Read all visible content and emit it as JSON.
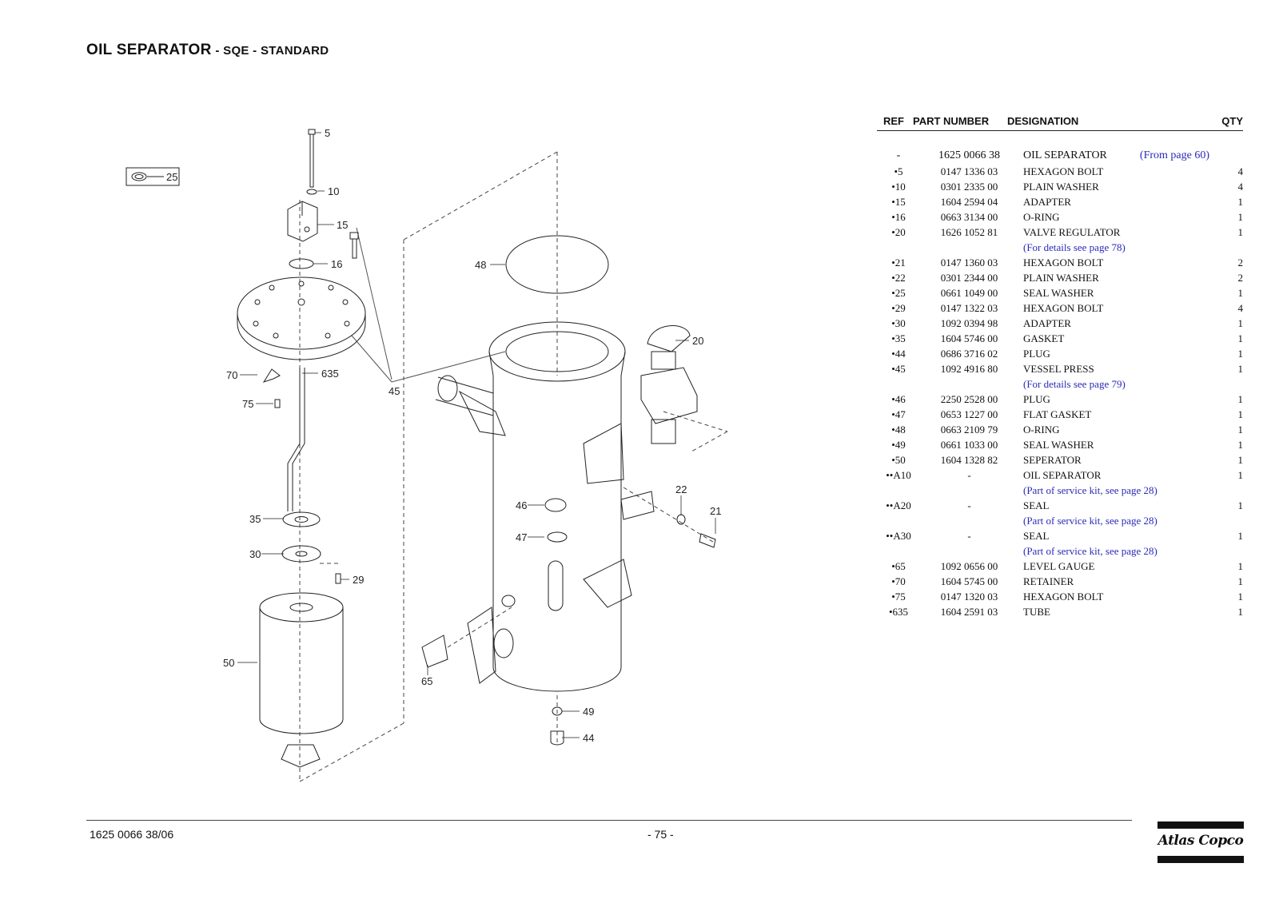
{
  "header": {
    "title_main": "OIL SEPARATOR",
    "title_sub": "- SQE - STANDARD"
  },
  "diagram": {
    "callouts": [
      "5",
      "10",
      "15",
      "16",
      "25",
      "48",
      "20",
      "70",
      "635",
      "75",
      "45",
      "35",
      "46",
      "22",
      "21",
      "47",
      "30",
      "29",
      "50",
      "65",
      "49",
      "44"
    ]
  },
  "table": {
    "headers": {
      "ref": "REF",
      "part_number": "PART NUMBER",
      "designation": "DESIGNATION",
      "qty": "QTY"
    },
    "main": {
      "ref": "-",
      "part_number": "1625 0066 38",
      "designation": "OIL SEPARATOR",
      "from": "(From page 60)"
    },
    "rows": [
      {
        "ref": "•5",
        "part_number": "0147 1336 03",
        "designation": "HEXAGON BOLT",
        "qty": "4"
      },
      {
        "ref": "•10",
        "part_number": "0301 2335 00",
        "designation": "PLAIN WASHER",
        "qty": "4"
      },
      {
        "ref": "•15",
        "part_number": "1604 2594 04",
        "designation": "ADAPTER",
        "qty": "1"
      },
      {
        "ref": "•16",
        "part_number": "0663 3134 00",
        "designation": "O-RING",
        "qty": "1"
      },
      {
        "ref": "•20",
        "part_number": "1626 1052 81",
        "designation": "VALVE REGULATOR",
        "qty": "1"
      },
      {
        "ref": "",
        "part_number": "",
        "designation": "(For details see page 78)",
        "qty": "",
        "note": true
      },
      {
        "ref": "•21",
        "part_number": "0147 1360 03",
        "designation": "HEXAGON BOLT",
        "qty": "2"
      },
      {
        "ref": "•22",
        "part_number": "0301 2344 00",
        "designation": "PLAIN WASHER",
        "qty": "2"
      },
      {
        "ref": "•25",
        "part_number": "0661 1049 00",
        "designation": "SEAL WASHER",
        "qty": "1"
      },
      {
        "ref": "•29",
        "part_number": "0147 1322 03",
        "designation": "HEXAGON BOLT",
        "qty": "4"
      },
      {
        "ref": "•30",
        "part_number": "1092 0394 98",
        "designation": "ADAPTER",
        "qty": "1"
      },
      {
        "ref": "•35",
        "part_number": "1604 5746 00",
        "designation": "GASKET",
        "qty": "1"
      },
      {
        "ref": "•44",
        "part_number": "0686 3716 02",
        "designation": "PLUG",
        "qty": "1"
      },
      {
        "ref": "•45",
        "part_number": "1092 4916 80",
        "designation": "VESSEL PRESS",
        "qty": "1"
      },
      {
        "ref": "",
        "part_number": "",
        "designation": "(For details see page 79)",
        "qty": "",
        "note": true
      },
      {
        "ref": "•46",
        "part_number": "2250 2528 00",
        "designation": "PLUG",
        "qty": "1"
      },
      {
        "ref": "•47",
        "part_number": "0653 1227 00",
        "designation": "FLAT GASKET",
        "qty": "1"
      },
      {
        "ref": "•48",
        "part_number": "0663 2109 79",
        "designation": "O-RING",
        "qty": "1"
      },
      {
        "ref": "•49",
        "part_number": "0661 1033 00",
        "designation": "SEAL WASHER",
        "qty": "1"
      },
      {
        "ref": "•50",
        "part_number": "1604 1328 82",
        "designation": "SEPERATOR",
        "qty": "1"
      },
      {
        "ref": "••A10",
        "part_number": "-",
        "designation": "OIL SEPARATOR",
        "qty": "1"
      },
      {
        "ref": "",
        "part_number": "",
        "designation": "(Part of service kit, see page 28)",
        "qty": "",
        "note": true
      },
      {
        "ref": "••A20",
        "part_number": "-",
        "designation": "SEAL",
        "qty": "1"
      },
      {
        "ref": "",
        "part_number": "",
        "designation": "(Part of service kit, see page 28)",
        "qty": "",
        "note": true
      },
      {
        "ref": "••A30",
        "part_number": "-",
        "designation": "SEAL",
        "qty": "1"
      },
      {
        "ref": "",
        "part_number": "",
        "designation": "(Part of service kit, see page 28)",
        "qty": "",
        "note": true
      },
      {
        "ref": "•65",
        "part_number": "1092 0656 00",
        "designation": "LEVEL GAUGE",
        "qty": "1"
      },
      {
        "ref": "•70",
        "part_number": "1604 5745 00",
        "designation": "RETAINER",
        "qty": "1"
      },
      {
        "ref": "•75",
        "part_number": "0147 1320 03",
        "designation": "HEXAGON BOLT",
        "qty": "1"
      },
      {
        "ref": "•635",
        "part_number": "1604 2591 03",
        "designation": "TUBE",
        "qty": "1"
      }
    ]
  },
  "footer": {
    "doc_number": "1625 0066 38/06",
    "page_number": "- 75 -",
    "logo_text": "Atlas Copco"
  }
}
